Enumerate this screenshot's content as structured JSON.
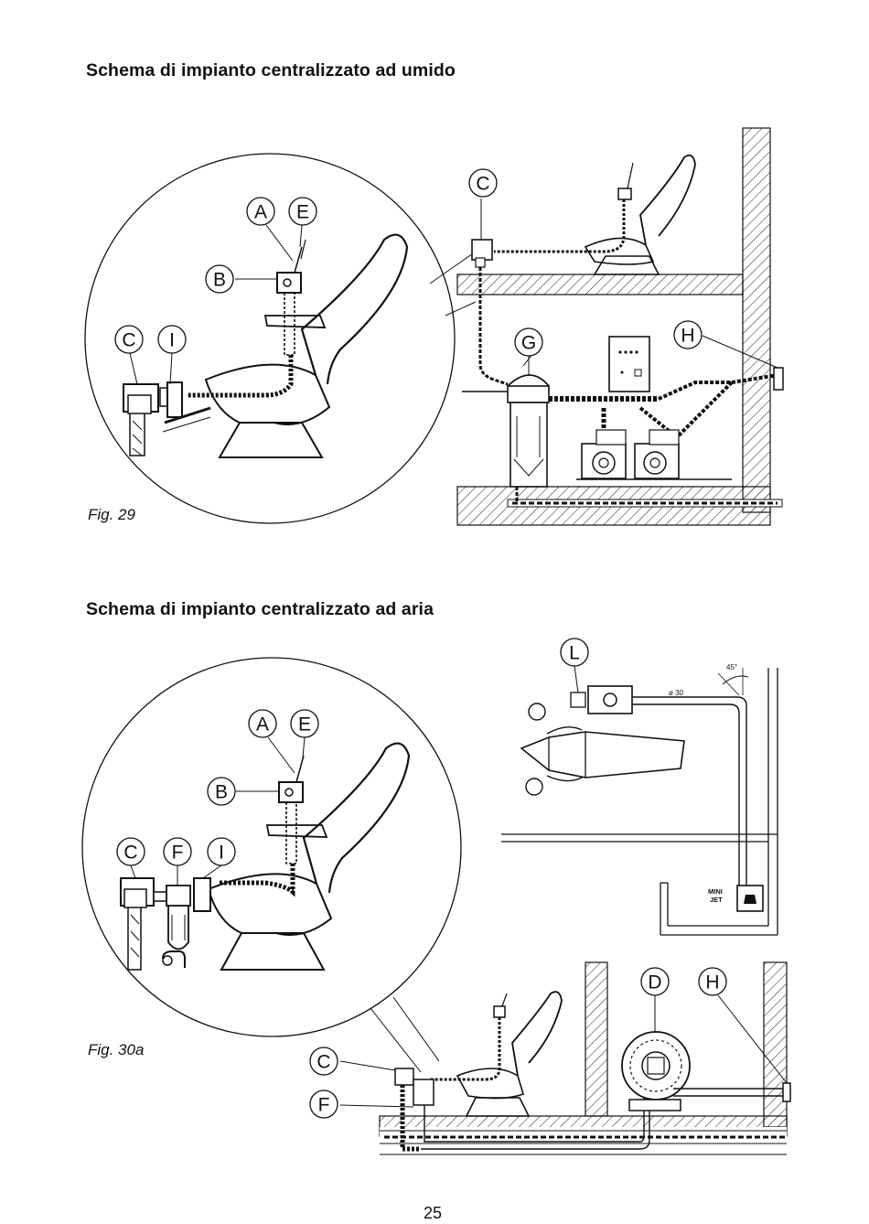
{
  "page": {
    "page_number": "25"
  },
  "fig29": {
    "title": "Schema di impianto centralizzato ad umido",
    "caption": "Fig. 29",
    "labels": {
      "A": "A",
      "E": "E",
      "B": "B",
      "C_detail": "C",
      "I": "I",
      "C_main": "C",
      "G": "G",
      "H": "H"
    }
  },
  "fig30a": {
    "title": "Schema di impianto centralizzato ad aria",
    "caption": "Fig. 30a",
    "labels": {
      "A": "A",
      "E": "E",
      "B": "B",
      "C_detail": "C",
      "F_detail": "F",
      "I": "I",
      "L": "L",
      "D": "D",
      "H": "H",
      "C_main": "C",
      "F_main": "F"
    },
    "annotations": {
      "angle": "45°",
      "diameter": "ø 30",
      "device_line1": "MINI",
      "device_line2": "JET"
    }
  }
}
